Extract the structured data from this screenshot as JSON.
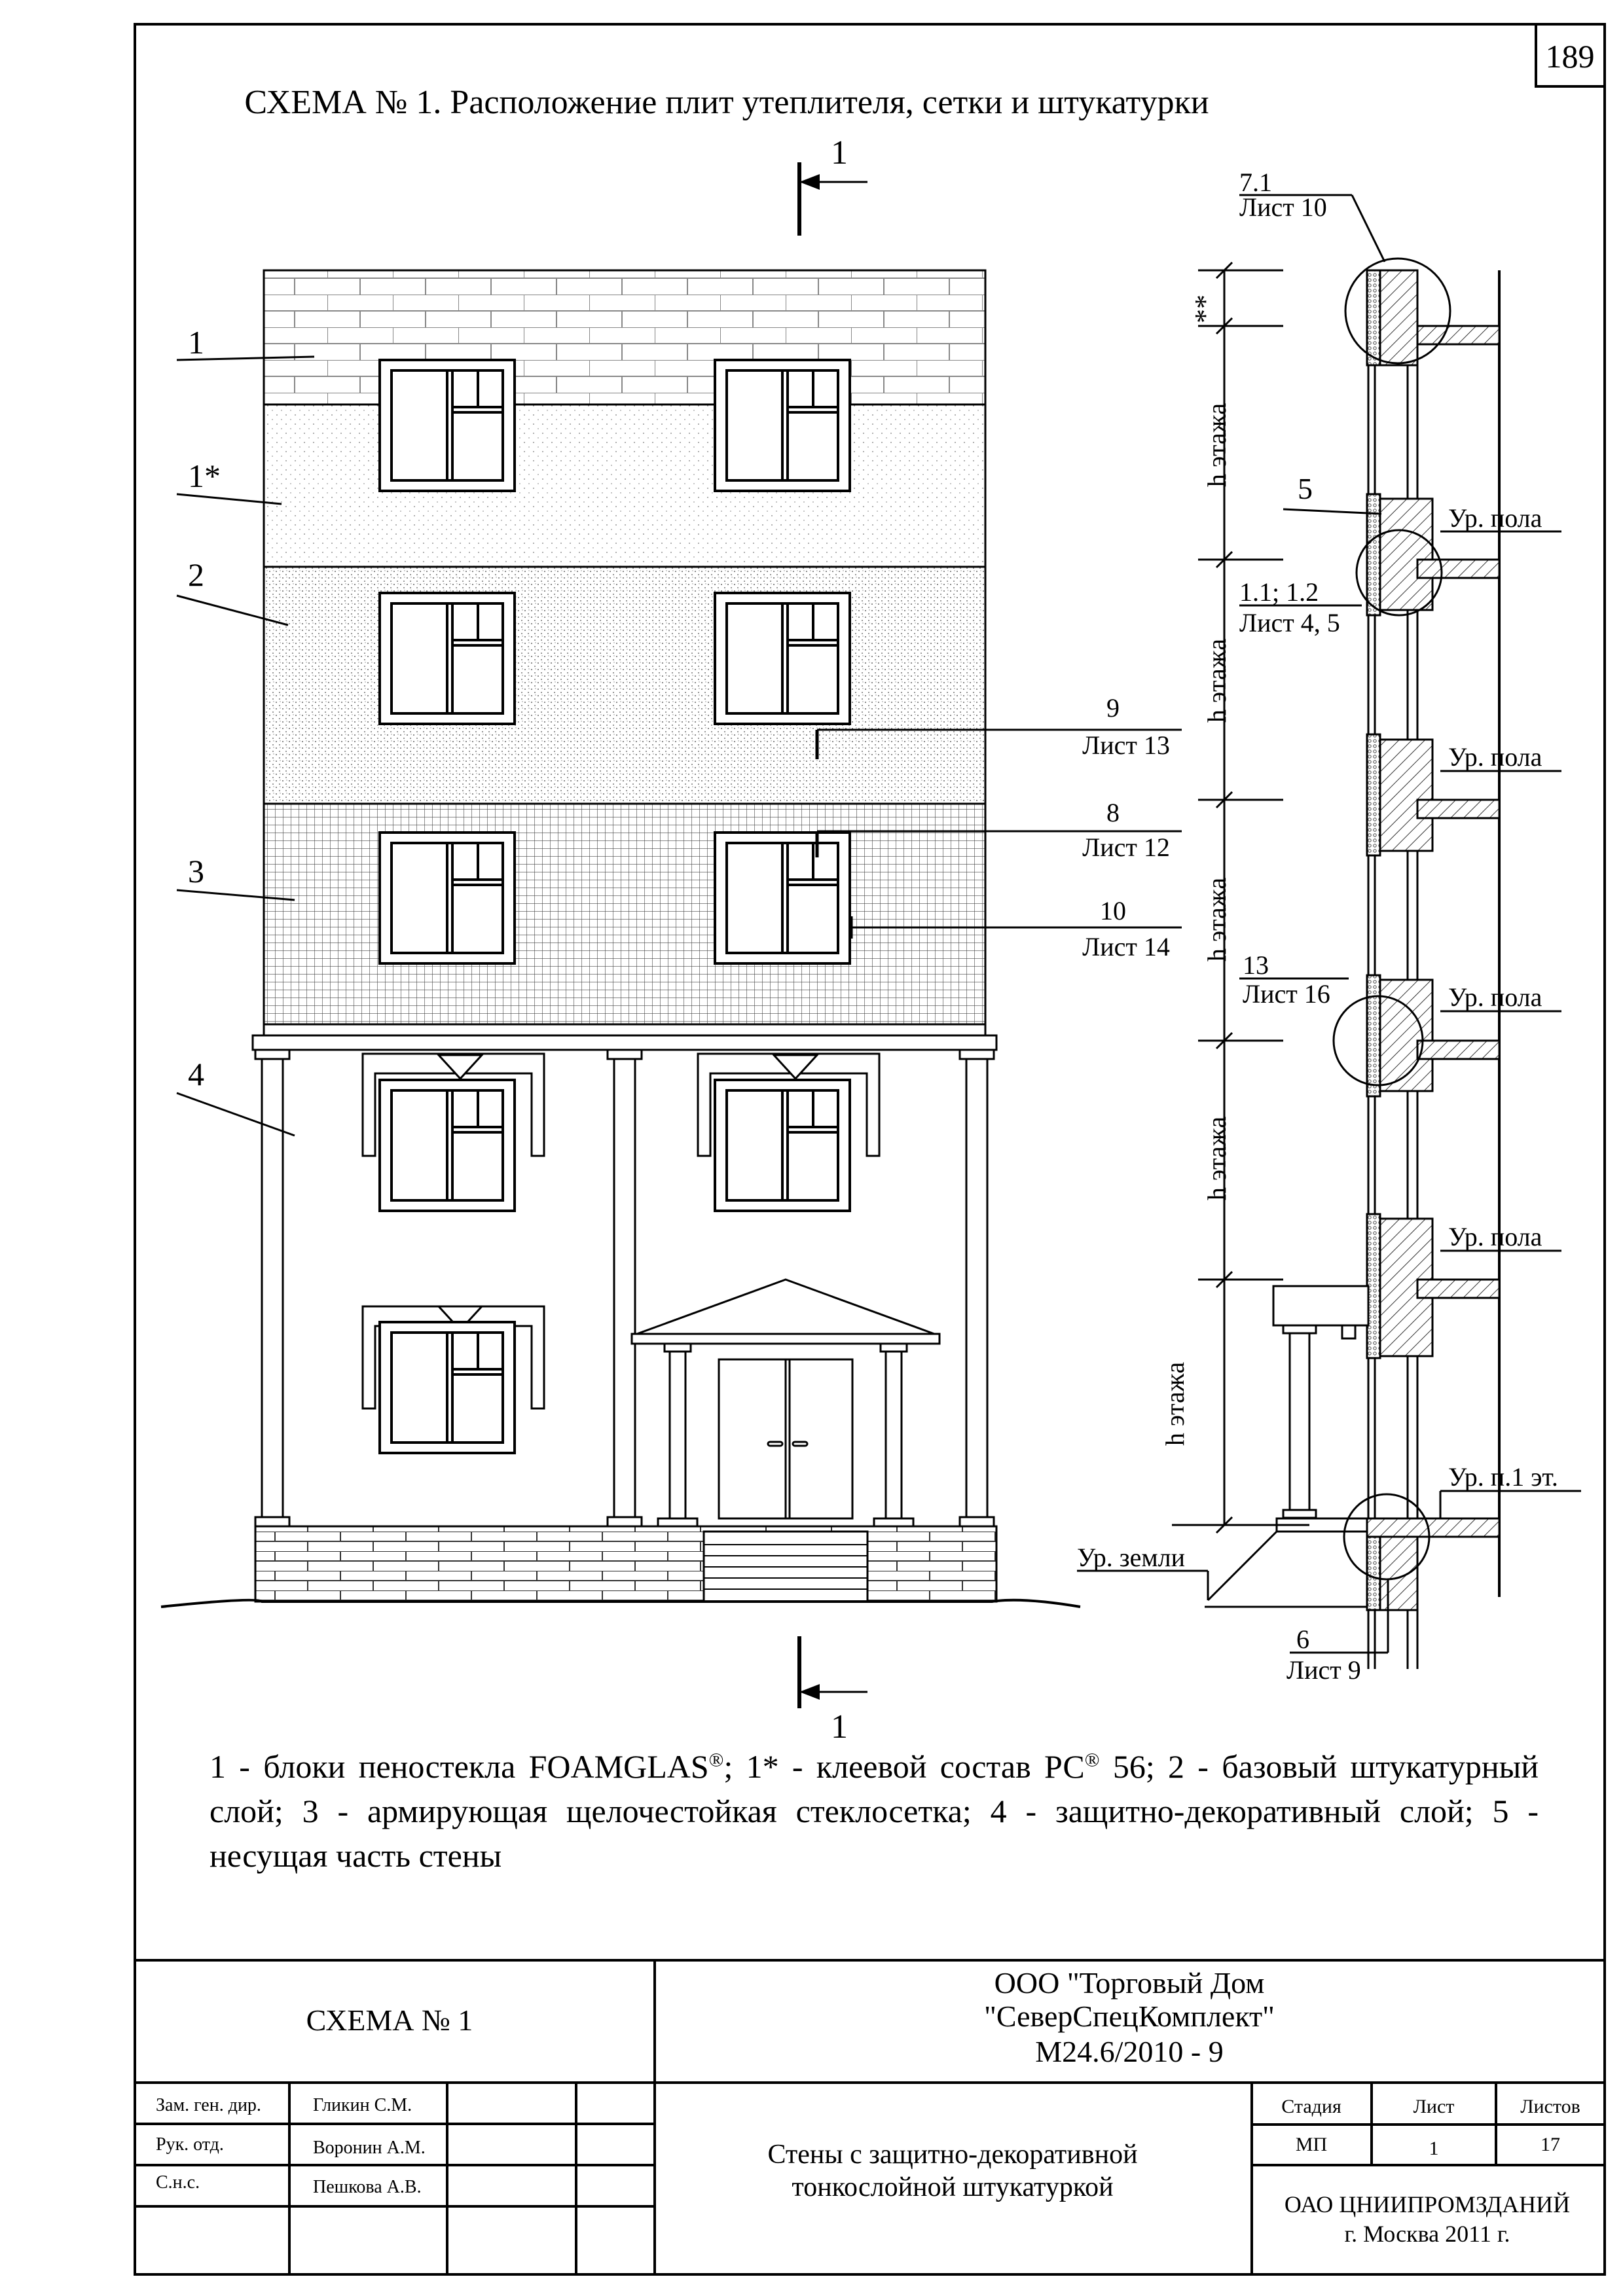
{
  "page_number": "189",
  "title": "СХЕМА № 1. Расположение плит утеплителя, сетки и штукатурки",
  "section_mark": {
    "label_top": "1",
    "label_bottom": "1"
  },
  "facade_callouts": [
    {
      "num": "1"
    },
    {
      "num": "1*"
    },
    {
      "num": "2"
    },
    {
      "num": "3"
    },
    {
      "num": "4"
    }
  ],
  "detail_refs": [
    {
      "num": "9",
      "sheet": "Лист 13"
    },
    {
      "num": "8",
      "sheet": "Лист 12"
    },
    {
      "num": "10",
      "sheet": "Лист 14"
    }
  ],
  "section_refs": {
    "top": {
      "num": "7.1",
      "sheet": "Лист 10"
    },
    "mid": {
      "num": "1.1; 1.2",
      "sheet": "Лист 4, 5"
    },
    "thirteen": {
      "num": "13",
      "sheet": "Лист 16"
    },
    "bottom": {
      "num": "6",
      "sheet": "Лист 9"
    },
    "five": "5",
    "double_star": "**",
    "floor_height": "h этажа",
    "floor_level": "Ур. пола",
    "first_floor_level": "Ур. п.1 эт.",
    "ground_level": "Ур. земли"
  },
  "legend": {
    "line1_a": "1 - блоки пеностекла FOAMGLAS",
    "reg": "®",
    "line1_b": "; 1* - клеевой состав РС",
    "line1_c": " 56; 2 - базовый штукатурный слой; 3 - армирующая щелочестойкая стеклосетка; 4 - защитно-декоративный слой; 5 - несущая часть стены"
  },
  "title_block": {
    "scheme": "СХЕМА № 1",
    "company_1": "ООО \"Торговый Дом",
    "company_2": "\"СеверСпецКомплект\"",
    "doc_code": "М24.6/2010 - 9",
    "rows": [
      {
        "role": "Зам. ген. дир.",
        "name": "Гликин С.М."
      },
      {
        "role": "Рук. отд.",
        "name": "Воронин А.М."
      },
      {
        "role": "С.н.с.",
        "name": "Пешкова А.В."
      }
    ],
    "subject_1": "Стены с защитно-декоративной",
    "subject_2": "тонкослойной штукатуркой",
    "stage_header": "Стадия",
    "sheet_header": "Лист",
    "sheets_header": "Листов",
    "stage": "МП",
    "sheet": "1",
    "sheets": "17",
    "org": "ОАО ЦНИИПРОМЗДАНИЙ",
    "city_year": "г. Москва 2011 г."
  }
}
